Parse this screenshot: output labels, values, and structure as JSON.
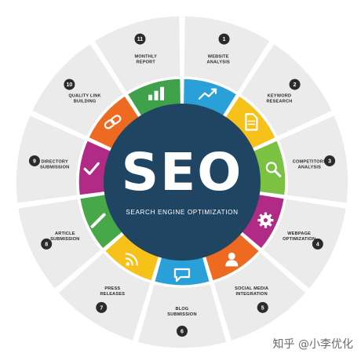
{
  "center": {
    "title": "SEO",
    "subtitle": "SEARCH ENGINE OPTIMIZATION",
    "color": "#1f4563"
  },
  "segments": [
    {
      "number": "1",
      "lines": [
        "WEBSITE",
        "ANALYSIS"
      ],
      "color": "#2aa0d8",
      "icon": "trend-line-icon"
    },
    {
      "number": "2",
      "lines": [
        "KEYWORD",
        "RESEARCH"
      ],
      "color": "#f6c21a",
      "icon": "document-icon"
    },
    {
      "number": "3",
      "lines": [
        "COMPETITORS",
        "ANALYSIS"
      ],
      "color": "#7cc242",
      "icon": "magnifier-icon"
    },
    {
      "number": "4",
      "lines": [
        "WEBPAGE",
        "OPTIMIZATION"
      ],
      "color": "#b12a85",
      "icon": "gear-icon"
    },
    {
      "number": "5",
      "lines": [
        "SOCIAL MEDIA",
        "INTEGRATION"
      ],
      "color": "#ef6a21",
      "icon": "user-icon"
    },
    {
      "number": "6",
      "lines": [
        "BLOG",
        "SUBMISSION"
      ],
      "color": "#2aa0d8",
      "icon": "speech-bubble-icon"
    },
    {
      "number": "7",
      "lines": [
        "PRESS",
        "RELEASES"
      ],
      "color": "#f6c21a",
      "icon": "rss-icon"
    },
    {
      "number": "8",
      "lines": [
        "ARTICLE",
        "SUBMISSION"
      ],
      "color": "#47a84a",
      "icon": "pencil-icon"
    },
    {
      "number": "9",
      "lines": [
        "DIRECTORY",
        "SUBMISSION"
      ],
      "color": "#b12a85",
      "icon": "checkmark-icon"
    },
    {
      "number": "10",
      "lines": [
        "QUALITY LINK",
        "BUILDING"
      ],
      "color": "#ef6a21",
      "icon": "chain-link-icon"
    },
    {
      "number": "11",
      "lines": [
        "MONTHLY",
        "REPORT"
      ],
      "color": "#3fa24a",
      "icon": "bar-chart-icon"
    }
  ],
  "watermark": "知乎 @小李优化"
}
